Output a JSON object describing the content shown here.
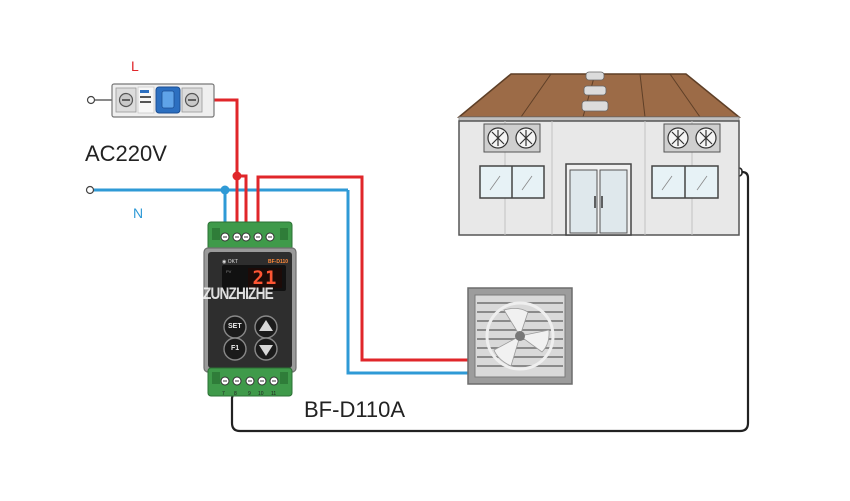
{
  "labels": {
    "live": "L",
    "neutral": "N",
    "supply": "AC220V",
    "controller_model": "BF-D110A"
  },
  "controller": {
    "display_value": "21",
    "set_button": "SET",
    "f1_button": "F1"
  },
  "watermark": "ZUNZHIZHE",
  "colors": {
    "live_wire": "#e0262a",
    "neutral_wire": "#2f9ad6",
    "sensor_wire": "#222222",
    "roof": "#9c6b47",
    "controller_green": "#3f9a4a"
  }
}
